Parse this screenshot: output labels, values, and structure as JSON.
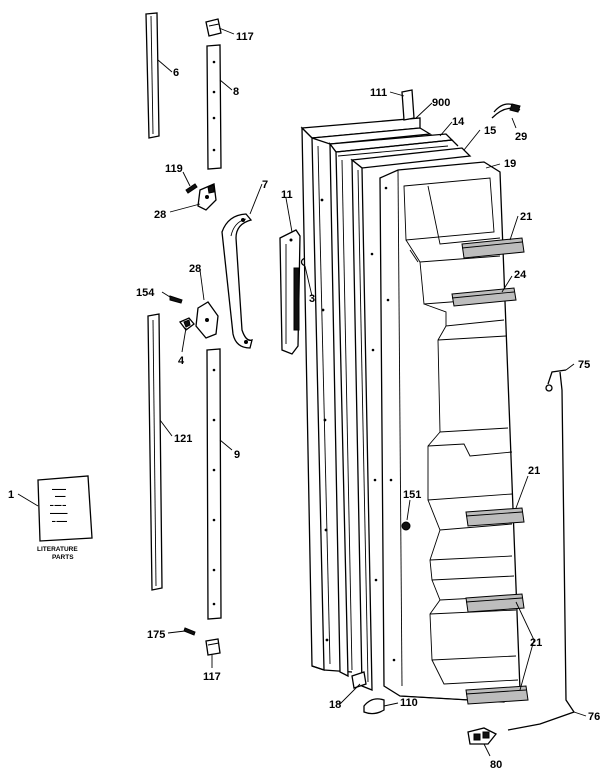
{
  "callouts": [
    {
      "id": "c117a",
      "text": "117"
    },
    {
      "id": "c6",
      "text": "6"
    },
    {
      "id": "c8",
      "text": "8"
    },
    {
      "id": "c111",
      "text": "111"
    },
    {
      "id": "c900",
      "text": "900"
    },
    {
      "id": "c14",
      "text": "14"
    },
    {
      "id": "c15",
      "text": "15"
    },
    {
      "id": "c29",
      "text": "29"
    },
    {
      "id": "c19",
      "text": "19"
    },
    {
      "id": "c119",
      "text": "119"
    },
    {
      "id": "c28a",
      "text": "28"
    },
    {
      "id": "c7",
      "text": "7"
    },
    {
      "id": "c11",
      "text": "11"
    },
    {
      "id": "c21a",
      "text": "21"
    },
    {
      "id": "c24",
      "text": "24"
    },
    {
      "id": "c3",
      "text": "3"
    },
    {
      "id": "c28b",
      "text": "28"
    },
    {
      "id": "c154",
      "text": "154"
    },
    {
      "id": "c4",
      "text": "4"
    },
    {
      "id": "c75",
      "text": "75"
    },
    {
      "id": "c121",
      "text": "121"
    },
    {
      "id": "c9",
      "text": "9"
    },
    {
      "id": "c21b",
      "text": "21"
    },
    {
      "id": "c1",
      "text": "1"
    },
    {
      "id": "c151",
      "text": "151"
    },
    {
      "id": "c21c",
      "text": "21"
    },
    {
      "id": "c175",
      "text": "175"
    },
    {
      "id": "c117b",
      "text": "117"
    },
    {
      "id": "c18",
      "text": "18"
    },
    {
      "id": "c110",
      "text": "110"
    },
    {
      "id": "c76",
      "text": "76"
    },
    {
      "id": "c80",
      "text": "80"
    }
  ],
  "literature": {
    "caption_line1": "LITERATURE",
    "caption_line2": "PARTS"
  }
}
